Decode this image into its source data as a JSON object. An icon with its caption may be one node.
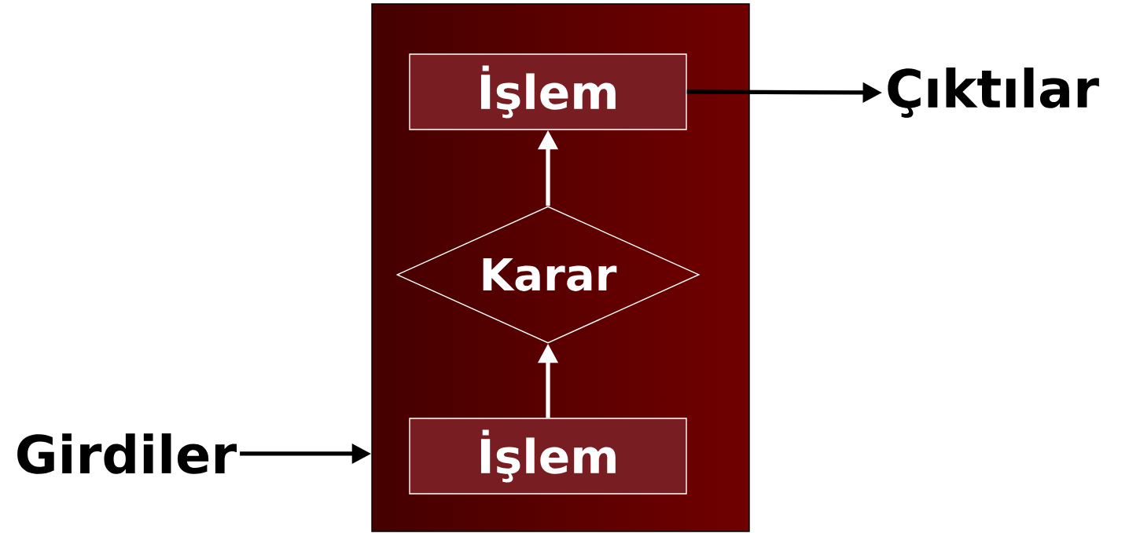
{
  "diagram": {
    "nodes": [
      {
        "text": [],
        "shape": "box"
      },
      {
        "text": [
          "İşlem"
        ],
        "in": 0
      },
      {
        "text": [
          "Karar"
        ],
        "in": 0
      },
      {
        "text": [
          "İşlem"
        ],
        "in": 0
      },
      {
        "text": [
          "Girdiler"
        ]
      },
      {
        "text": [
          "Çıktılar"
        ]
      }
    ],
    "edges": [
      {
        "from": 3,
        "to": 2,
        "arrow": "to",
        "color": "#ffffff"
      },
      {
        "from": 2,
        "to": 1,
        "arrow": "to",
        "color": "#ffffff"
      },
      {
        "from": 4,
        "to": 0,
        "arrow": "to",
        "color": "#000000"
      },
      {
        "from": 1,
        "to": 5,
        "arrow": "to",
        "color": "#000000"
      }
    ]
  }
}
